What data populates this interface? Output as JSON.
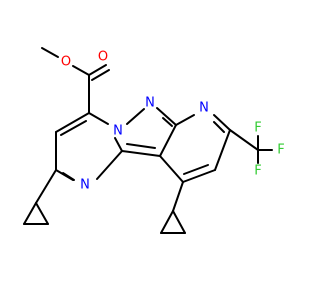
{
  "colors": {
    "bond": "#000000",
    "oxygen": "#ff0000",
    "nitrogen": "#0000ff",
    "fluorine": "#33cc33",
    "background": "#ffffff"
  },
  "atoms": {
    "o_ether": "O",
    "o_carbonyl": "O",
    "n_bridge": "N",
    "n_pyrazole": "N",
    "n_pyridine": "N",
    "n_pyrimidine": "N",
    "f_top": "F",
    "f_right": "F",
    "f_bottom": "F"
  }
}
